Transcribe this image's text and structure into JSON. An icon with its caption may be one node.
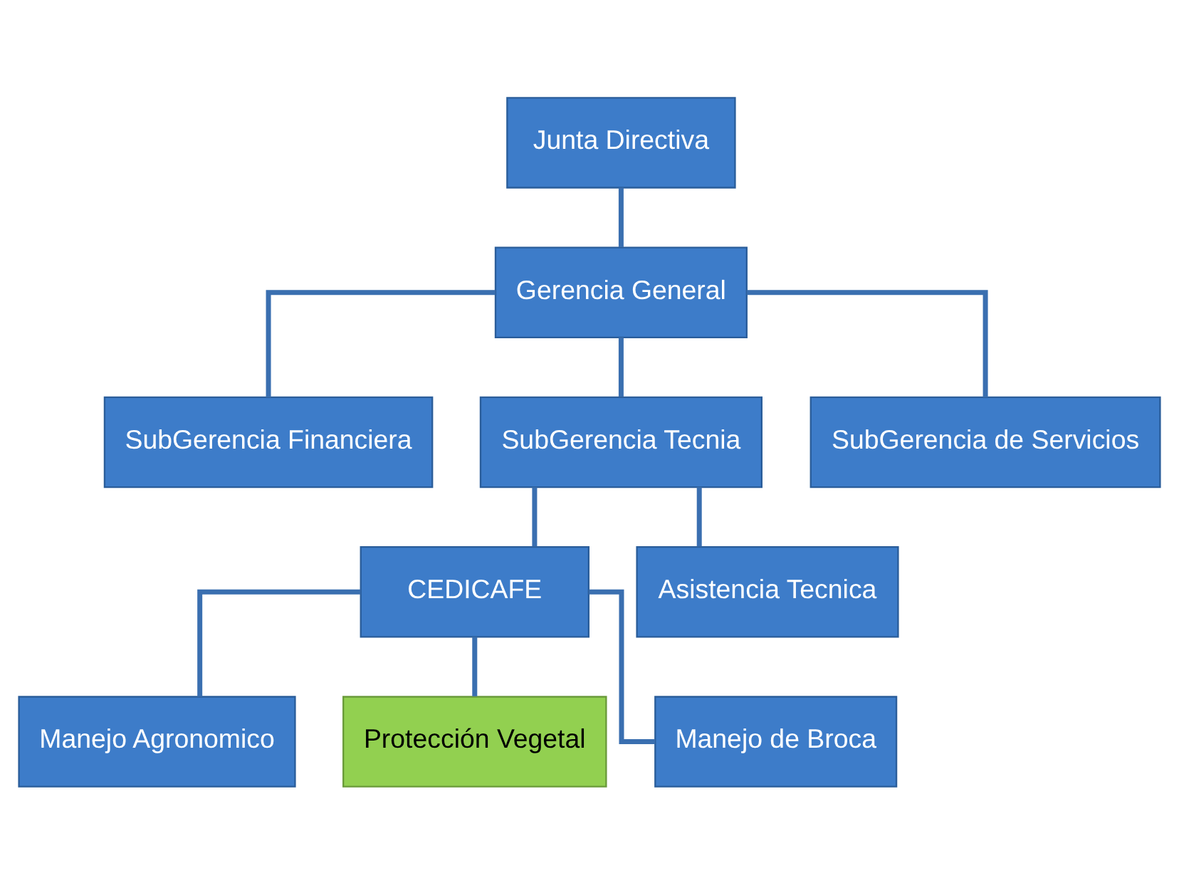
{
  "diagram": {
    "nodes": [
      {
        "text": [
          "Junta Directiva"
        ]
      },
      {
        "text": [
          "Gerencia General"
        ]
      },
      {
        "text": [
          "SubGerencia Financiera"
        ]
      },
      {
        "text": [
          "SubGerencia Tecnia"
        ]
      },
      {
        "text": [
          "SubGerencia de Servicios"
        ]
      },
      {
        "text": [
          "CEDICAFE"
        ]
      },
      {
        "text": [
          "Asistencia Tecnica"
        ]
      },
      {
        "text": [
          "Manejo Agronomico"
        ]
      },
      {
        "text": [
          "Protección Vegetal"
        ]
      },
      {
        "text": [
          "Manejo de Broca"
        ]
      }
    ],
    "edges": [
      {
        "from": 0,
        "to": 1,
        "arrow": "none"
      },
      {
        "from": 1,
        "to": 2,
        "arrow": "none"
      },
      {
        "from": 1,
        "to": 3,
        "arrow": "none"
      },
      {
        "from": 1,
        "to": 4,
        "arrow": "none"
      },
      {
        "from": 3,
        "to": 5,
        "arrow": "none"
      },
      {
        "from": 3,
        "to": 6,
        "arrow": "none"
      },
      {
        "from": 5,
        "to": 7,
        "arrow": "none"
      },
      {
        "from": 5,
        "to": 8,
        "arrow": "none"
      },
      {
        "from": 5,
        "to": 9,
        "arrow": "none"
      }
    ]
  }
}
